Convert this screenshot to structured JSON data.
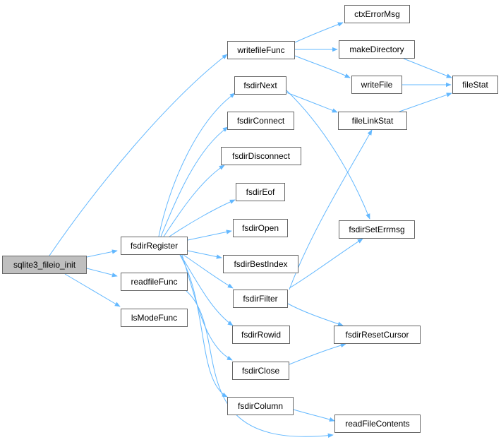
{
  "colors": {
    "edge": "#63b8ff",
    "node_border": "#666666",
    "root_fill": "#bfbfbf",
    "node_fill": "#ffffff"
  },
  "nodes": {
    "sqlite3_fileio_init": "sqlite3_fileio_init",
    "writefileFunc": "writefileFunc",
    "fsdirRegister": "fsdirRegister",
    "readfileFunc": "readfileFunc",
    "lsModeFunc": "lsModeFunc",
    "ctxErrorMsg": "ctxErrorMsg",
    "makeDirectory": "makeDirectory",
    "writeFile": "writeFile",
    "fileStat": "fileStat",
    "fsdirNext": "fsdirNext",
    "fileLinkStat": "fileLinkStat",
    "fsdirConnect": "fsdirConnect",
    "fsdirDisconnect": "fsdirDisconnect",
    "fsdirEof": "fsdirEof",
    "fsdirOpen": "fsdirOpen",
    "fsdirSetErrmsg": "fsdirSetErrmsg",
    "fsdirBestIndex": "fsdirBestIndex",
    "fsdirFilter": "fsdirFilter",
    "fsdirRowid": "fsdirRowid",
    "fsdirResetCursor": "fsdirResetCursor",
    "fsdirClose": "fsdirClose",
    "fsdirColumn": "fsdirColumn",
    "readFileContents": "readFileContents"
  },
  "edges": [
    [
      "sqlite3_fileio_init",
      "writefileFunc"
    ],
    [
      "sqlite3_fileio_init",
      "fsdirRegister"
    ],
    [
      "sqlite3_fileio_init",
      "readfileFunc"
    ],
    [
      "sqlite3_fileio_init",
      "lsModeFunc"
    ],
    [
      "writefileFunc",
      "ctxErrorMsg"
    ],
    [
      "writefileFunc",
      "makeDirectory"
    ],
    [
      "writefileFunc",
      "writeFile"
    ],
    [
      "makeDirectory",
      "fileStat"
    ],
    [
      "writeFile",
      "fileStat"
    ],
    [
      "fileLinkStat",
      "fileStat"
    ],
    [
      "fsdirRegister",
      "fsdirNext"
    ],
    [
      "fsdirRegister",
      "fsdirConnect"
    ],
    [
      "fsdirRegister",
      "fsdirDisconnect"
    ],
    [
      "fsdirRegister",
      "fsdirEof"
    ],
    [
      "fsdirRegister",
      "fsdirOpen"
    ],
    [
      "fsdirRegister",
      "fsdirBestIndex"
    ],
    [
      "fsdirRegister",
      "fsdirFilter"
    ],
    [
      "fsdirRegister",
      "fsdirRowid"
    ],
    [
      "fsdirRegister",
      "fsdirClose"
    ],
    [
      "fsdirRegister",
      "fsdirColumn"
    ],
    [
      "fsdirNext",
      "fileLinkStat"
    ],
    [
      "fsdirNext",
      "fsdirSetErrmsg"
    ],
    [
      "fsdirFilter",
      "fileLinkStat"
    ],
    [
      "fsdirFilter",
      "fsdirSetErrmsg"
    ],
    [
      "fsdirFilter",
      "fsdirResetCursor"
    ],
    [
      "fsdirClose",
      "fsdirResetCursor"
    ],
    [
      "fsdirColumn",
      "readFileContents"
    ],
    [
      "readfileFunc",
      "readFileContents"
    ]
  ]
}
